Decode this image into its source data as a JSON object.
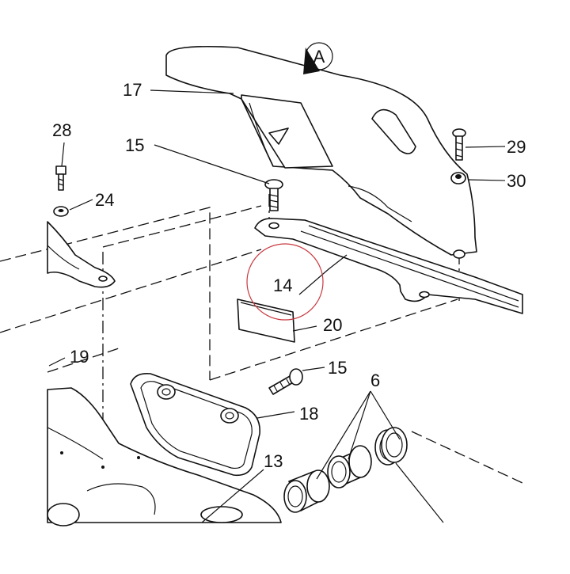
{
  "callouts": {
    "view_marker": "A",
    "c17": "17",
    "c28": "28",
    "c15_top": "15",
    "c24": "24",
    "c29": "29",
    "c30": "30",
    "c14": "14",
    "c20": "20",
    "c19": "19",
    "c15_mid": "15",
    "c18": "18",
    "c6": "6",
    "c13": "13"
  },
  "colors": {
    "line": "#111111",
    "highlight_circle": "#c8383f",
    "background": "#ffffff"
  }
}
